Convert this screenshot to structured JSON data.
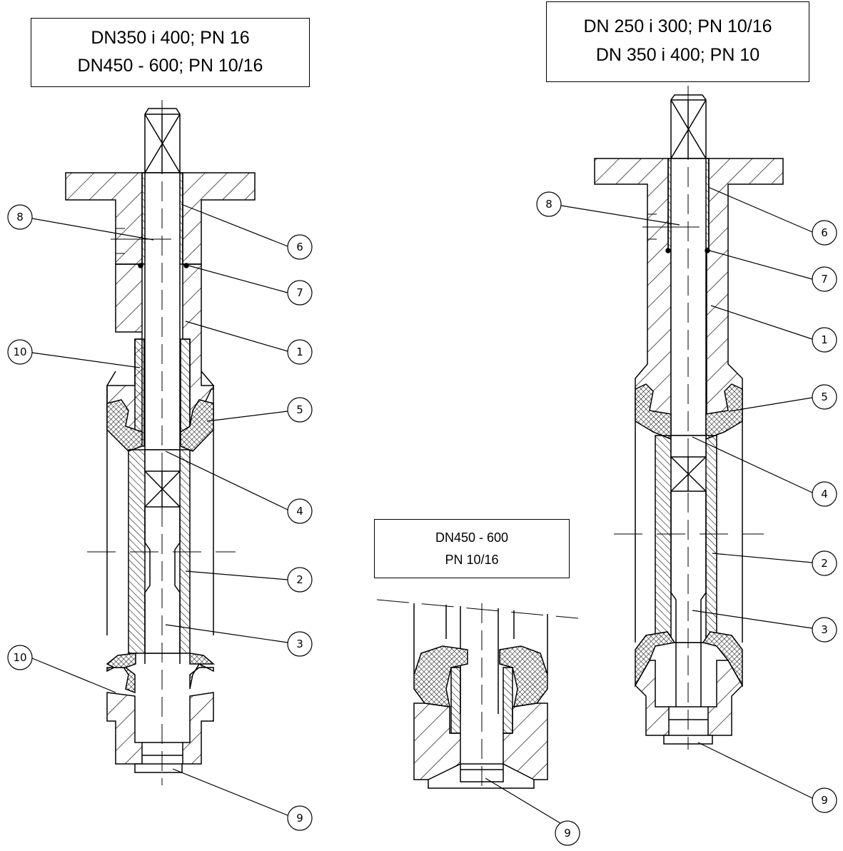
{
  "boxes": {
    "left": {
      "line1": "DN350 i 400; PN 16",
      "line2": "DN450 - 600; PN 10/16"
    },
    "right": {
      "line1": "DN 250 i 300; PN 10/16",
      "line2": "DN 350 i 400; PN 10"
    },
    "detail": {
      "line1": "DN450 - 600",
      "line2": "PN 10/16"
    }
  },
  "callouts": {
    "left": [
      "8",
      "6",
      "7",
      "1",
      "10",
      "5",
      "4",
      "2",
      "3",
      "10",
      "9"
    ],
    "right": [
      "8",
      "6",
      "7",
      "1",
      "5",
      "4",
      "2",
      "3",
      "9"
    ],
    "detail": [
      "9"
    ]
  },
  "colors": {
    "ink": "#000000",
    "background": "#ffffff"
  }
}
